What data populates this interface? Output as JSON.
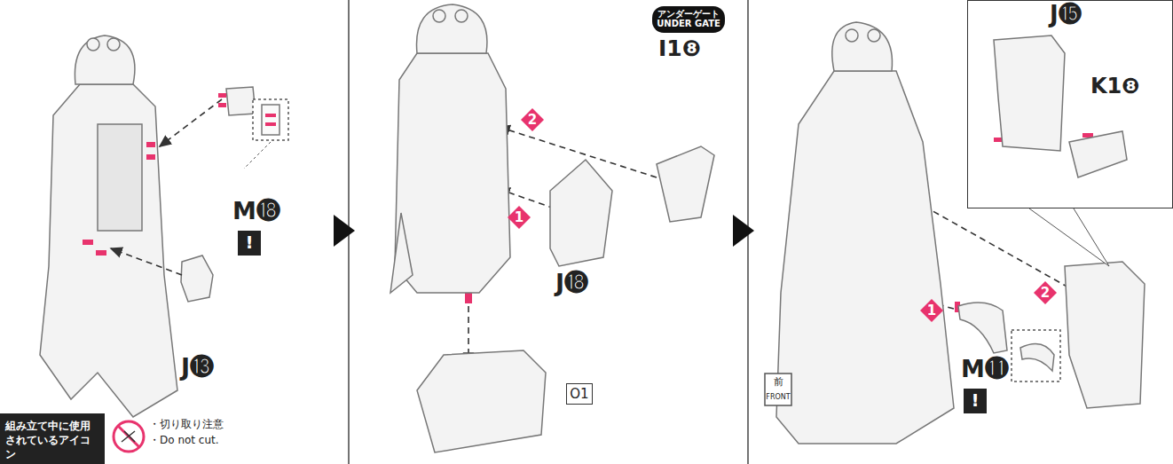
{
  "diagram": {
    "nodes": [
      {
        "text": [
          "!"
        ]
      },
      {
        "text": [
          "O1"
        ]
      },
      {
        "text": [
          "J⓯",
          "K1❽"
        ]
      },
      {
        "text": [
          "!"
        ]
      },
      {
        "text": [
          "組み立て中に使用されているアイコン"
        ]
      }
    ],
    "labels": [
      "M⓲",
      "J⓭",
      "アンダーゲート",
      "UNDER GATE",
      "I1❽",
      "2",
      "1",
      "J⓲",
      "2",
      "1",
      "M⓫",
      "前",
      "FRONT",
      "・切り取り注意",
      "・Do not cut."
    ]
  }
}
